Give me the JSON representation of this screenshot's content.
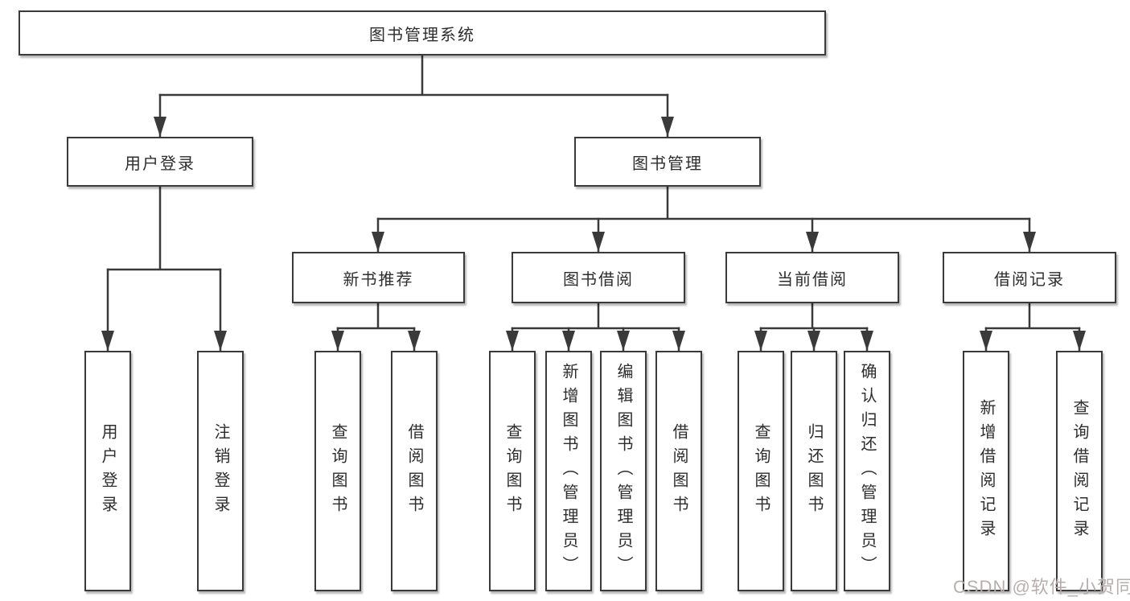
{
  "diagram": {
    "root": {
      "label": "图书管理系统"
    },
    "user_login": {
      "label": "用户登录",
      "children": [
        {
          "label": "用户登录"
        },
        {
          "label": "注销登录"
        }
      ]
    },
    "book_management": {
      "label": "图书管理",
      "groups": [
        {
          "label": "新书推荐",
          "children": [
            {
              "label": "查询图书"
            },
            {
              "label": "借阅图书"
            }
          ]
        },
        {
          "label": "图书借阅",
          "children": [
            {
              "label": "查询图书"
            },
            {
              "label": "新增图书（管理员）"
            },
            {
              "label": "编辑图书（管理员）"
            },
            {
              "label": "借阅图书"
            }
          ]
        },
        {
          "label": "当前借阅",
          "children": [
            {
              "label": "查询图书"
            },
            {
              "label": "归还图书"
            },
            {
              "label": "确认归还（管理员）"
            }
          ]
        },
        {
          "label": "借阅记录",
          "children": [
            {
              "label": "新增借阅记录"
            },
            {
              "label": "查询借阅记录"
            }
          ]
        }
      ]
    }
  },
  "watermark": {
    "text": "CSDN @软件_小贺同学"
  },
  "colors": {
    "line": "#3a3a3a",
    "box_border": "#3a3a3a",
    "box_fill": "#ffffff",
    "text": "#2d2d2d",
    "watermark": "#b7aeae"
  }
}
